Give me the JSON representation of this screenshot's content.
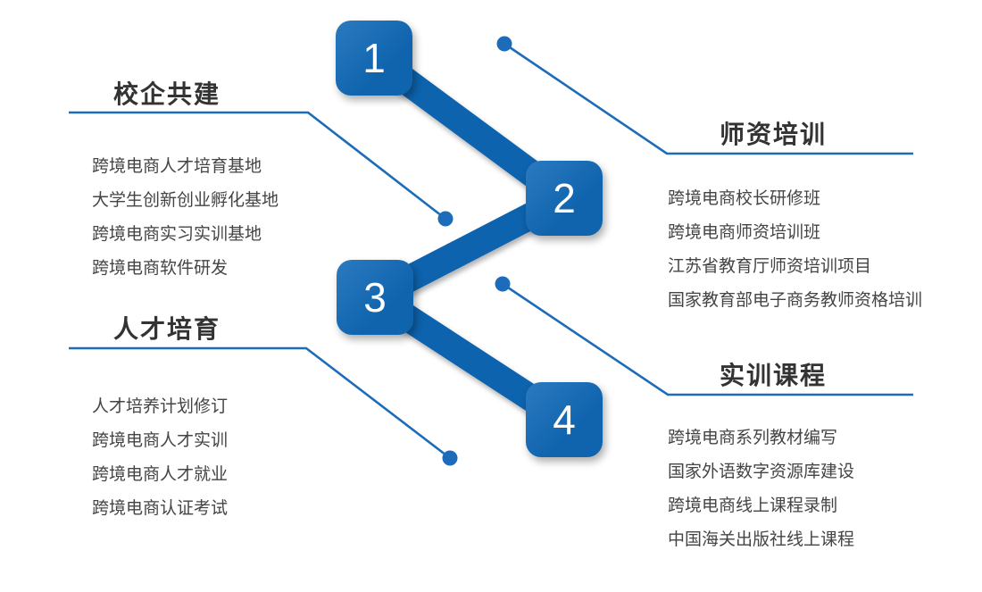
{
  "colors": {
    "primary": "#0f64ad",
    "accent_line": "#1c6cba",
    "title_text": "#333333",
    "item_text": "#444444",
    "node_number": "#ffffff",
    "background": "#ffffff"
  },
  "nodes": [
    {
      "number": "1"
    },
    {
      "number": "2"
    },
    {
      "number": "3"
    },
    {
      "number": "4"
    }
  ],
  "sections": [
    {
      "title": "校企共建",
      "items": [
        "跨境电商人才培育基地",
        "大学生创新创业孵化基地",
        "跨境电商实习实训基地",
        "跨境电商软件研发"
      ]
    },
    {
      "title": "师资培训",
      "items": [
        "跨境电商校长研修班",
        "跨境电商师资培训班",
        "江苏省教育厅师资培训项目",
        "国家教育部电子商务教师资格培训"
      ]
    },
    {
      "title": "人才培育",
      "items": [
        "人才培养计划修订",
        "跨境电商人才实训",
        "跨境电商人才就业",
        "跨境电商认证考试"
      ]
    },
    {
      "title": "实训课程",
      "items": [
        "跨境电商系列教材编写",
        "国家外语数字资源库建设",
        "跨境电商线上课程录制",
        "中国海关出版社线上课程"
      ]
    }
  ]
}
